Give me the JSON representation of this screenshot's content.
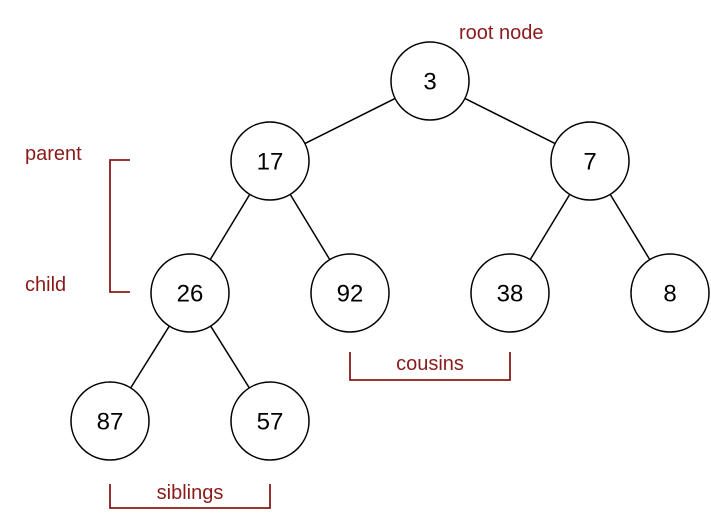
{
  "accent_color": "#8b1a1a",
  "tree": {
    "nodes": [
      {
        "id": "n3",
        "value": "3"
      },
      {
        "id": "n17",
        "value": "17"
      },
      {
        "id": "n7",
        "value": "7"
      },
      {
        "id": "n26",
        "value": "26"
      },
      {
        "id": "n92",
        "value": "92"
      },
      {
        "id": "n38",
        "value": "38"
      },
      {
        "id": "n8",
        "value": "8"
      },
      {
        "id": "n87",
        "value": "87"
      },
      {
        "id": "n57",
        "value": "57"
      }
    ],
    "edges": [
      [
        "n3",
        "n17"
      ],
      [
        "n3",
        "n7"
      ],
      [
        "n17",
        "n26"
      ],
      [
        "n17",
        "n92"
      ],
      [
        "n7",
        "n38"
      ],
      [
        "n7",
        "n8"
      ],
      [
        "n26",
        "n87"
      ],
      [
        "n26",
        "n57"
      ]
    ]
  },
  "annotations": {
    "root_node": "root node",
    "parent": "parent",
    "child": "child",
    "cousins": "cousins",
    "siblings": "siblings"
  }
}
